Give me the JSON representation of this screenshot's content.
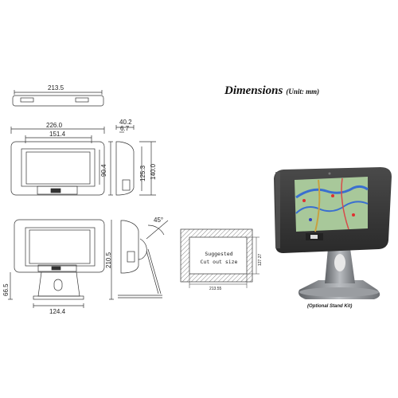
{
  "heading": {
    "title": "Dimensions",
    "unit": "(Unit: mm)"
  },
  "top_view": {
    "width": "213.5"
  },
  "front_view": {
    "width_outer": "226.0",
    "width_inner": "151.4",
    "height_inner": "90.4",
    "height_outer": "140.0",
    "height_screen": "125.3"
  },
  "side_view": {
    "depth": "40.2",
    "bezel": "6.7"
  },
  "stand_view": {
    "height": "210.5",
    "base_height": "66.5",
    "base_width": "124.4",
    "angle": "45°"
  },
  "cutout": {
    "label_line1": "Suggested",
    "label_line2": "Cut out size",
    "width": "213.55",
    "height": "127.27"
  },
  "photo": {
    "caption": "(Optional Stand Kit)"
  },
  "colors": {
    "bezel": "#3a3a3a",
    "stand": "#8a8d90",
    "map_water": "#3a6fd0",
    "map_land": "#a8c89a"
  }
}
